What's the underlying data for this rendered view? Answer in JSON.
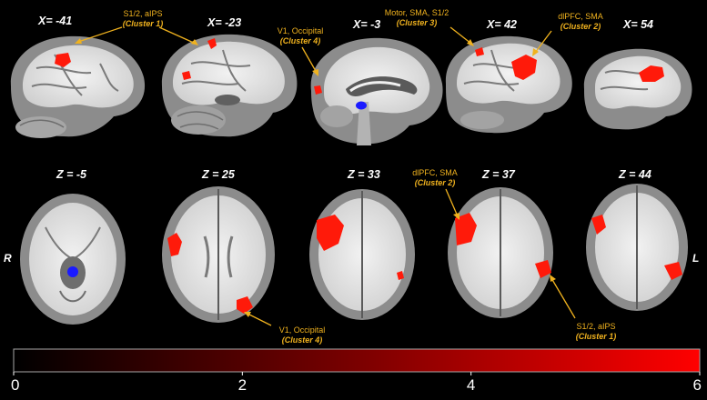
{
  "colors": {
    "annotation": "#f0b21e",
    "activation": "#ff1a0a",
    "deactivation": "#1a1aff",
    "colorbar_start": "#000000",
    "colorbar_end": "#ff0000",
    "gray_matter": "#8f8f8f",
    "white_matter": "#e3e3e3"
  },
  "sagittal": [
    {
      "label": "X= -41"
    },
    {
      "label": "X= -23"
    },
    {
      "label": "X= -3"
    },
    {
      "label": "X= 42"
    },
    {
      "label": "X= 54"
    }
  ],
  "axial": [
    {
      "label": "Z = -5"
    },
    {
      "label": "Z = 25"
    },
    {
      "label": "Z = 33"
    },
    {
      "label": "Z = 37"
    },
    {
      "label": "Z = 44"
    }
  ],
  "annotations": [
    {
      "region": "S1/2, aIPS",
      "cluster": "(Cluster 1)"
    },
    {
      "region": "V1, Occipital",
      "cluster": "(Cluster 4)"
    },
    {
      "region": "Motor, SMA, S1/2",
      "cluster": "(Cluster 3)"
    },
    {
      "region": "dlPFC, SMA",
      "cluster": "(Cluster 2)"
    },
    {
      "region": "dlPFC, SMA",
      "cluster": "(Cluster 2)"
    },
    {
      "region": "V1, Occipital",
      "cluster": "(Cluster 4)"
    },
    {
      "region": "S1/2, aIPS",
      "cluster": "(Cluster 1)"
    }
  ],
  "side_labels": {
    "left": "R",
    "right": "L"
  },
  "colorbar": {
    "min": 0,
    "max": 6,
    "ticks": [
      "0",
      "2",
      "4",
      "6"
    ]
  }
}
